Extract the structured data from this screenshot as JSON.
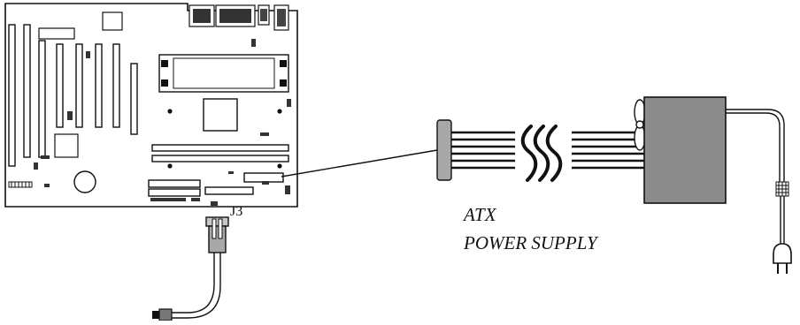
{
  "labels": {
    "connector": "J3",
    "psu_line1": "ATX",
    "psu_line2": "POWER SUPPLY"
  },
  "colors": {
    "line": "#111111",
    "psu_body": "#8c8c8c",
    "connector_fill": "#a8a8a8",
    "background": "#ffffff"
  },
  "icons": {
    "motherboard": "motherboard-icon",
    "power_supply": "power-supply-icon",
    "plug": "ac-plug-icon",
    "fan": "fan-icon",
    "cable_break": "cable-break-icon"
  }
}
